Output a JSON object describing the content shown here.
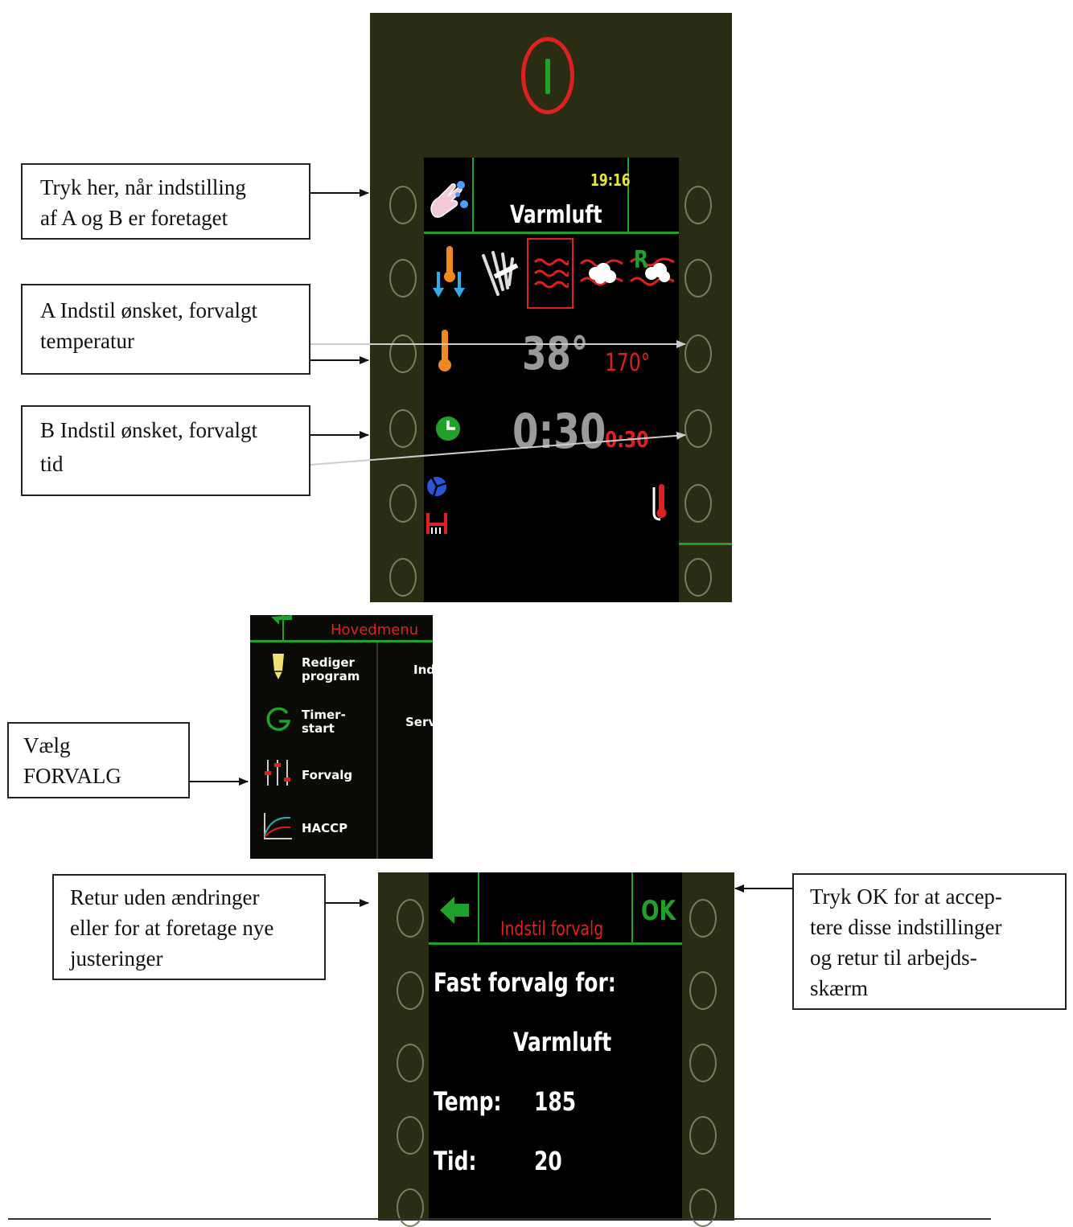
{
  "callouts": {
    "confirm": [
      "Tryk her, når indstilling",
      "af A og B er foretaget"
    ],
    "temp": [
      "A Indstil ønsket, forvalgt",
      "temperatur"
    ],
    "time": [
      "B Indstil ønsket, forvalgt",
      "tid"
    ],
    "select": [
      "Vælg",
      "FORVALG"
    ],
    "back": [
      "Retur uden ændringer",
      "eller for at foretage nye",
      "justeringer"
    ],
    "ok": [
      "Tryk OK for at accep-",
      "tere disse indstillinger",
      "og retur til arbejds-",
      "skærm"
    ]
  },
  "oven": {
    "clock": "19:16",
    "mode_title": "Varmluft",
    "temp_value": "38°",
    "temp_preset": "170°",
    "time_value": "0:30",
    "time_preset": "0:30",
    "mode_icons": [
      "cool-down-icon",
      "cleaning-icon",
      "hot-air-icon",
      "steam-icon",
      "regenerate-icon"
    ],
    "mode_r": "R"
  },
  "main_menu": {
    "title": "Hovedmenu",
    "items": [
      "Rediger\nprogram",
      "Timer-\nstart",
      "Forvalg",
      "HACCP"
    ],
    "right_items": [
      "Ind",
      "Serv"
    ]
  },
  "preset": {
    "title": "Indstil forvalg",
    "ok": "OK",
    "heading": "Fast forvalg for:",
    "mode": "Varmluft",
    "temp_label": "Temp:",
    "temp_value": "185",
    "time_label": "Tid:",
    "time_value": "20"
  },
  "colors": {
    "panel": "#2a2d14",
    "accent_green": "#1fa12a",
    "accent_red": "#e0201e",
    "clock_yellow": "#e9e33a",
    "value_gray": "#9a9a9a"
  }
}
